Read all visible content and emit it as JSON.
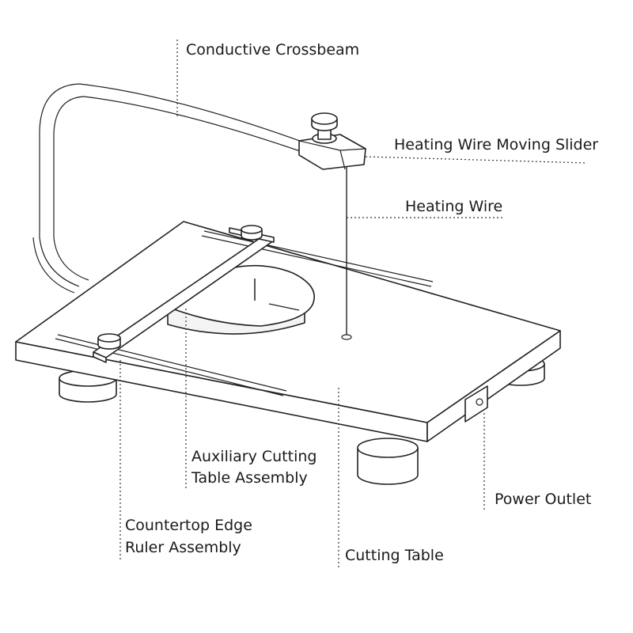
{
  "labels": {
    "conductive_crossbeam": "Conductive Crossbeam",
    "heating_wire_moving_slider": "Heating Wire Moving Slider",
    "heating_wire": "Heating Wire",
    "auxiliary_cutting_table_line1": "Auxiliary Cutting",
    "auxiliary_cutting_table_line2": "Table Assembly",
    "countertop_edge_ruler_line1": "Countertop Edge",
    "countertop_edge_ruler_line2": "Ruler Assembly",
    "cutting_table": "Cutting Table",
    "power_outlet": "Power Outlet"
  },
  "colors": {
    "line": "#222222",
    "text": "#1a1a1a",
    "background": "#ffffff"
  }
}
